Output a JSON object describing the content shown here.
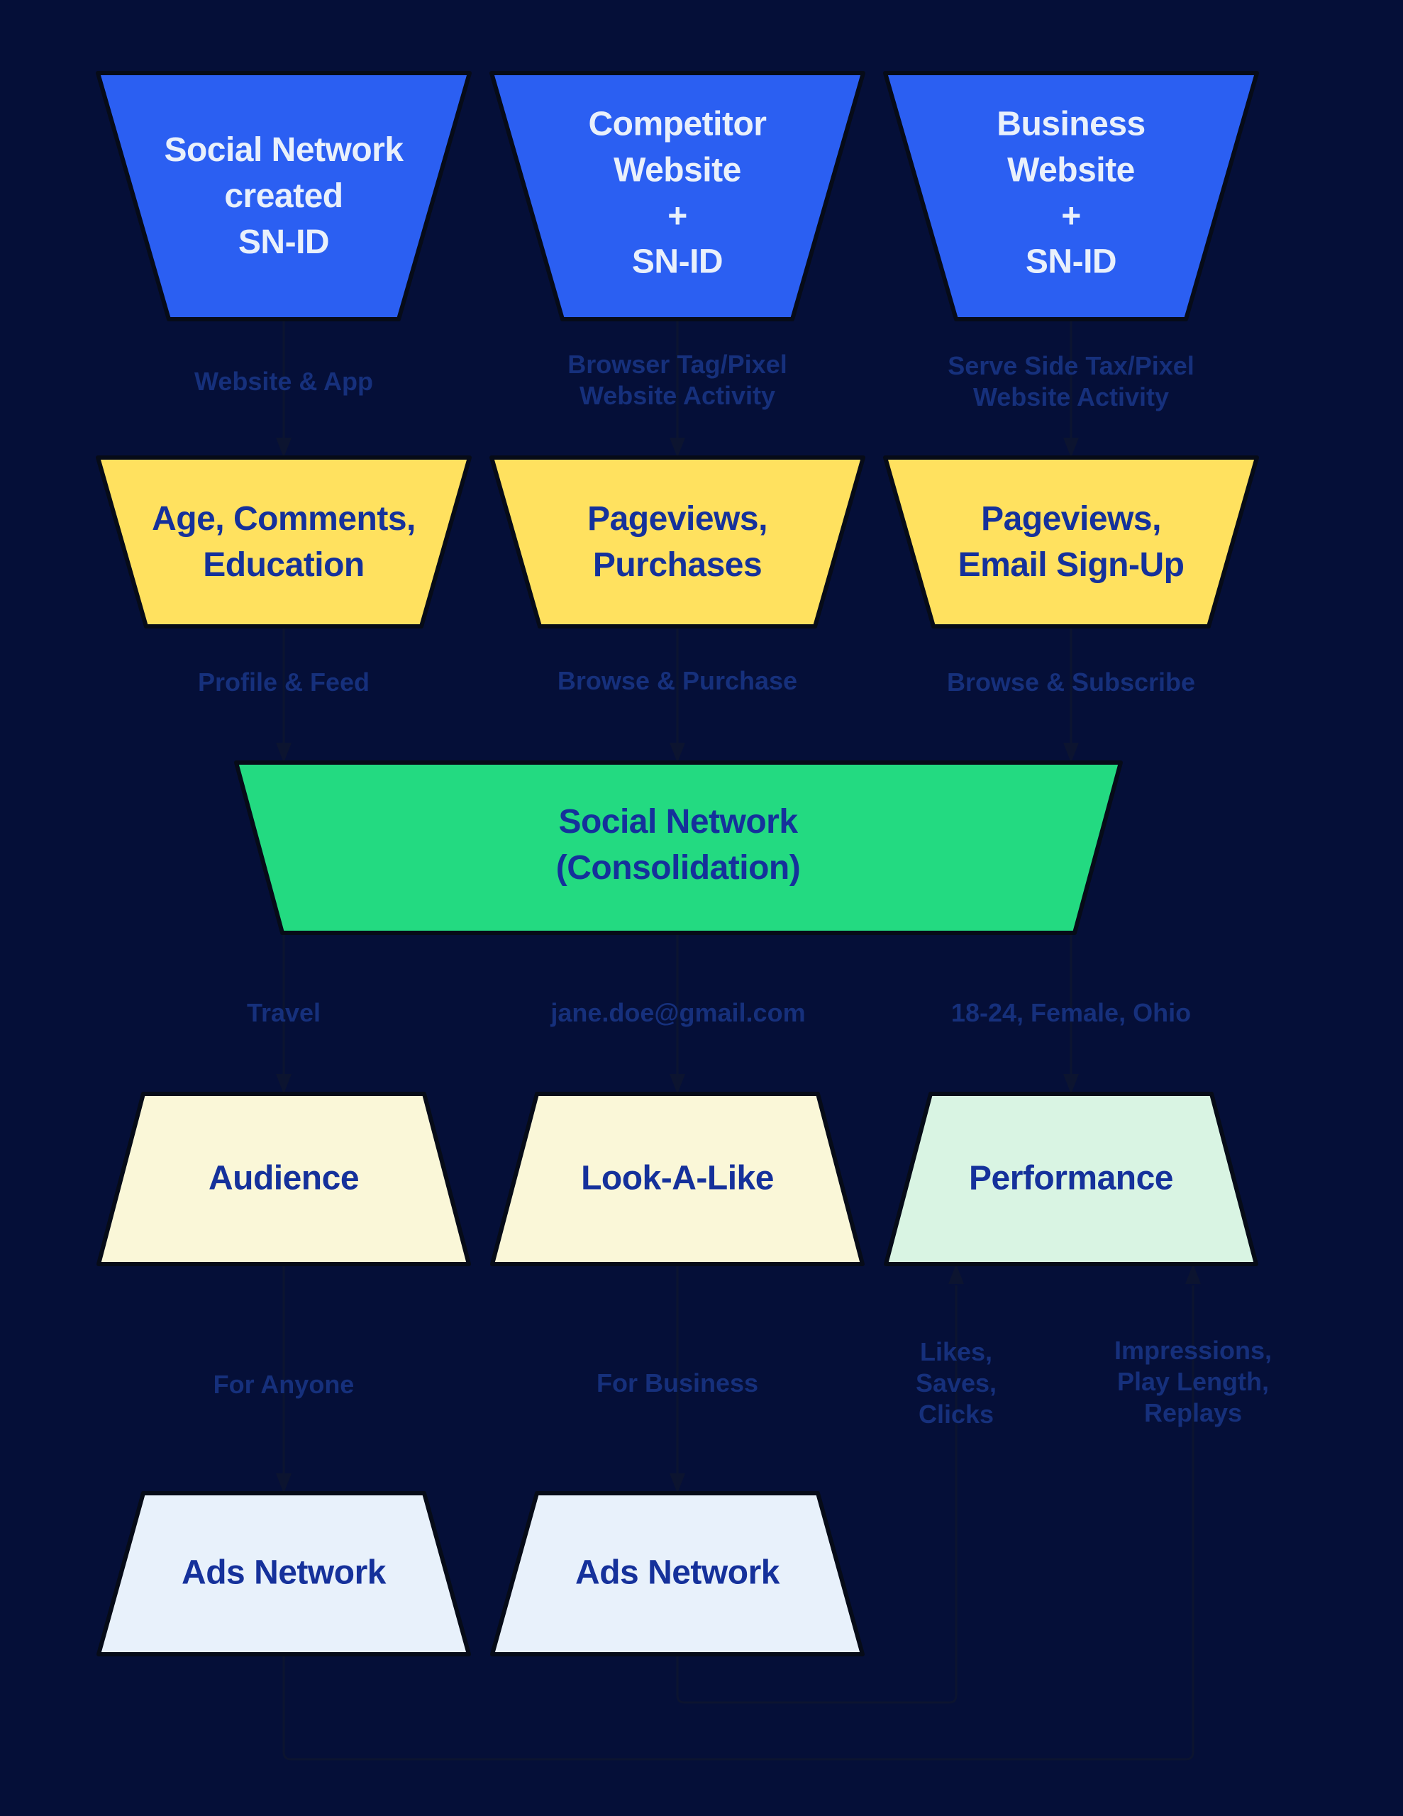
{
  "diagram": "social-network-ad-data-flow",
  "colors": {
    "background": "#050F38",
    "node_border": "#060B18",
    "connector": "#0C1430",
    "blue": "#2B5FF2",
    "yellow": "#FFE15F",
    "green": "#23DA81",
    "cream": "#FAF7D8",
    "mint": "#D9F4E3",
    "pale_blue": "#E8F1FB",
    "text_on_blue": "#E9F0FB",
    "text_dark": "#15319B",
    "edge_label": "#16307C"
  },
  "nodes": {
    "social_network_created": {
      "label": "Social Network\ncreated\nSN-ID"
    },
    "competitor_website": {
      "label": "Competitor\nWebsite\n+\nSN-ID"
    },
    "business_website": {
      "label": "Business\nWebsite\n+\nSN-ID"
    },
    "age_comments_education": {
      "label": "Age, Comments,\nEducation"
    },
    "pageviews_purchases": {
      "label": "Pageviews,\nPurchases"
    },
    "pageviews_email_signup": {
      "label": "Pageviews,\nEmail Sign-Up"
    },
    "social_network_consolidation": {
      "label": "Social Network\n(Consolidation)"
    },
    "audience": {
      "label": "Audience"
    },
    "look_a_like": {
      "label": "Look-A-Like"
    },
    "performance": {
      "label": "Performance"
    },
    "ads_network_left": {
      "label": "Ads Network"
    },
    "ads_network_right": {
      "label": "Ads Network"
    }
  },
  "edge_labels": {
    "website_app": "Website & App",
    "browser_tag_pixel": "Browser Tag/Pixel\nWebsite Activity",
    "serve_side_tax_pixel": "Serve Side Tax/Pixel\nWebsite Activity",
    "profile_feed": "Profile & Feed",
    "browse_purchase": "Browse & Purchase",
    "browse_subscribe": "Browse & Subscribe",
    "travel": "Travel",
    "email": "jane.doe@gmail.com",
    "demographics": "18-24, Female, Ohio",
    "for_anyone": "For Anyone",
    "for_business": "For Business",
    "likes_saves_clicks": "Likes,\nSaves,\nClicks",
    "impressions_play_replays": "Impressions,\nPlay Length,\nReplays"
  }
}
